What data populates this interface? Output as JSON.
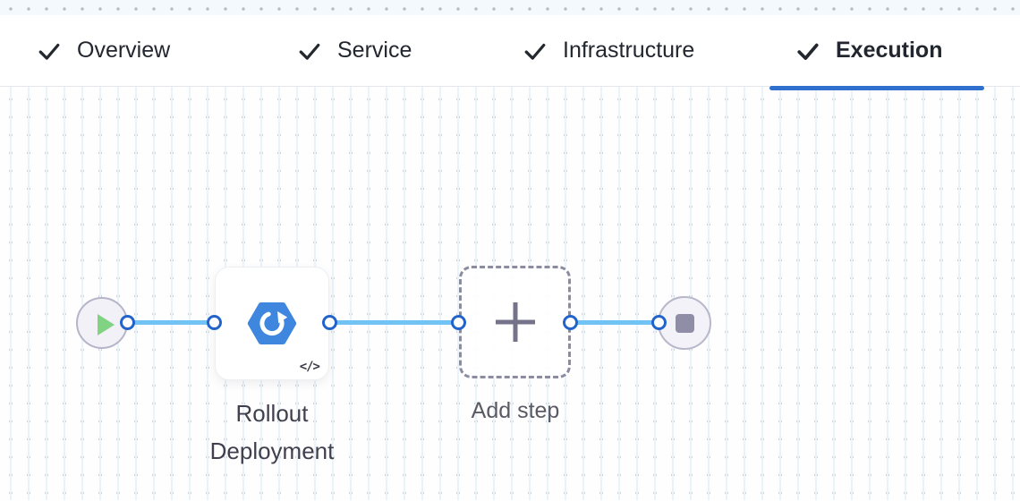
{
  "tabs": {
    "items": [
      {
        "label": "Overview",
        "checked": true,
        "active": false
      },
      {
        "label": "Service",
        "checked": true,
        "active": false
      },
      {
        "label": "Infrastructure",
        "checked": true,
        "active": false
      },
      {
        "label": "Execution",
        "checked": true,
        "active": true
      }
    ]
  },
  "canvas": {
    "start_node": {
      "icon": "play-icon"
    },
    "rollout_node": {
      "label": "Rollout Deployment",
      "icon": "rollout-deployment-icon",
      "code_badge": "</>"
    },
    "add_step_node": {
      "label": "Add step",
      "icon": "plus-icon"
    },
    "end_node": {
      "icon": "stop-icon"
    }
  },
  "icons": {
    "tab_check": "check-icon",
    "start": "play-icon",
    "rollout": "rollout-deployment-icon",
    "add": "plus-icon",
    "end": "stop-icon",
    "code": "code-icon"
  },
  "colors": {
    "active_tab_underline": "#2f70cf",
    "edge_blue": "#70c3f4",
    "port_border_blue": "#2364cc",
    "rollout_icon_blue": "#3e86de",
    "play_green": "#7fd383",
    "stop_gray": "#8f8ea6",
    "grid_dot": "#b7c1cb",
    "dashed_border": "#8d8ba1",
    "label_dark": "#413f4e",
    "label_gray": "#5b5a64"
  }
}
